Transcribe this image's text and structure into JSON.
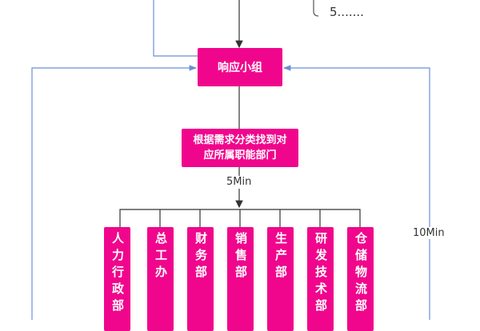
{
  "note": {
    "text": "5......."
  },
  "nodes": {
    "response_team": "响应小组",
    "classify": "根据需求分类找到对应所属职能部门"
  },
  "edge_labels": {
    "classify_time": "5Min",
    "feedback_time": "10Min"
  },
  "departments": [
    "人力行政部",
    "总工办",
    "财务部",
    "销售部",
    "生产部",
    "研发技术部",
    "仓储物流部"
  ],
  "colors": {
    "node_fill": "#f0068c",
    "feedback_line": "#6a8fd8",
    "flow_line": "#333333"
  }
}
